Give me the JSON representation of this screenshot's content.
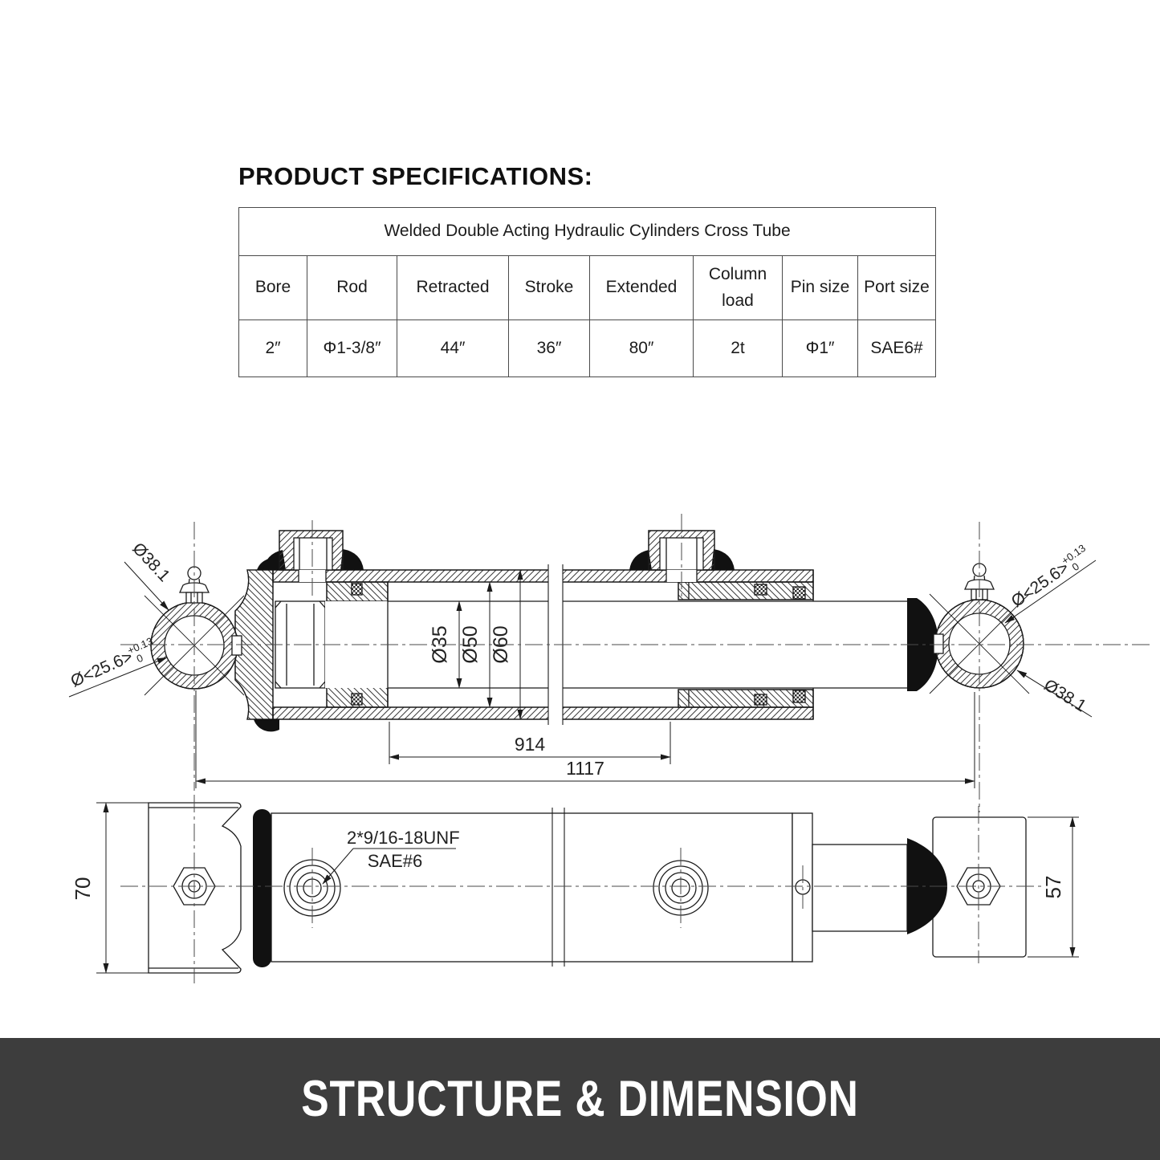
{
  "title": "PRODUCT SPECIFICATIONS:",
  "spec_table": {
    "caption": "Welded Double Acting Hydraulic Cylinders Cross Tube",
    "columns": [
      "Bore",
      "Rod",
      "Retracted",
      "Stroke",
      "Extended",
      "Column load",
      "Pin size",
      "Port size"
    ],
    "values": [
      "2″",
      "Φ1-3/8″",
      "44″",
      "36″",
      "80″",
      "2t",
      "Φ1″",
      "SAE6#"
    ]
  },
  "drawing": {
    "side_view": {
      "left_eye_outer": "Ø38.1",
      "left_eye_inner": "Ø<25.6>",
      "right_eye_inner": "Ø<25.6>",
      "right_eye_outer": "Ø38.1",
      "tol_upper": "+0.13",
      "tol_lower": "0",
      "rod_dia": "Ø35",
      "bore_dia": "Ø50",
      "tube_dia": "Ø60",
      "retracted_length": "914",
      "overall_length": "1117"
    },
    "plan_view": {
      "head_width": "70",
      "rod_end_width": "57",
      "port_thread": "2*9/16-18UNF",
      "port_standard": "SAE#6"
    }
  },
  "banner": {
    "label": "STRUCTURE & DIMENSION"
  }
}
